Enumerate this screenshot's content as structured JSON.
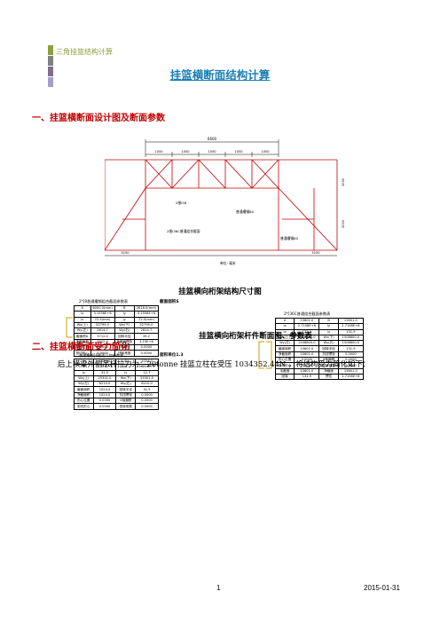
{
  "header": {
    "running_title": "三角挂篮结构计算",
    "bar_colors": [
      "#8aa13a",
      "#808080",
      "#7f6f8f",
      "#a0a0c8"
    ]
  },
  "title": "挂篮横断面结构计算",
  "sections": [
    {
      "label": "一、挂篮横断面设计图及断面参数"
    },
    {
      "label": "二、挂篮横断面受力简化"
    }
  ],
  "drawing": {
    "top_dim": "6600",
    "sub_dims": [
      "1050",
      "1050",
      "1050",
      "1050",
      "1050"
    ],
    "side_dims": [
      "1000",
      "2000"
    ],
    "bottom_dims": [
      "3150",
      "3150"
    ],
    "labels": [
      "2根I56",
      "2根I36C普通组合截面",
      "普通槽钢80",
      "普通槽钢80"
    ],
    "unit": "单位: 毫米",
    "line_color": "#c00000"
  },
  "captions": {
    "figure": "挂篮横向桁架结构尺寸图",
    "tables": "挂篮横向桁架杆件断面图、参数表"
  },
  "tables": [
    {
      "title": "2*[8普通槽钢组合截面参数表",
      "note": "截面面积S",
      "rows": [
        [
          "A",
          "6000.0(mm)",
          "B",
          "2616.0(mm)"
        ],
        [
          "Ix",
          "3.1556E+6",
          "Iy",
          "3.1556E+6"
        ],
        [
          "ix",
          "72.5(mm)",
          "iy",
          "72.5(mm)"
        ],
        [
          "Wx(上)",
          "52795.0",
          "Wx(下)",
          "52795.0"
        ],
        [
          "Wy(左)",
          "2614.7",
          "Wy(右)",
          "2614.7"
        ],
        [
          "截面积A",
          "3712.0",
          "回转半径",
          "35.2"
        ],
        [
          "净截面积",
          "3712.0",
          "净截面惯矩",
          "3.15E+6"
        ],
        [
          "形心位置",
          "0.0000",
          "X轴偏移",
          "0.0000"
        ],
        [
          "剪切形心",
          "0.0000",
          "扭转常数",
          "0.0000"
        ]
      ]
    },
    {
      "title": "普通槽钢[8截面几何参数表",
      "note": "面积单位1.3",
      "rows": [
        [
          "A",
          "1024.0",
          "B",
          "1024.0"
        ],
        [
          "Ix",
          "1.013E+6",
          "Iy",
          "1.664E+5"
        ],
        [
          "ix",
          "31.5",
          "iy",
          "12.7"
        ],
        [
          "Wx(上)",
          "25301.0",
          "Wx(下)",
          "25301.0"
        ],
        [
          "Wy(左)",
          "6210.0",
          "Wy(右)",
          "6210.0"
        ],
        [
          "截面面积",
          "1024.0",
          "回转半径",
          "31.5"
        ],
        [
          "净截面积",
          "1024.0",
          "抗扭惯矩",
          "0.0000"
        ],
        [
          "形心位置",
          "0.0000",
          "X轴偏移",
          "0.0000"
        ],
        [
          "剪切形心",
          "0.0000",
          "扭转常数",
          "0.0000"
        ]
      ]
    },
    {
      "title": "2*[36C普通组合截面参数表",
      "note": "",
      "rows": [
        [
          "A",
          "15601.0",
          "B",
          "15601.0"
        ],
        [
          "Ix",
          "2.7158E+8",
          "Iy",
          "2.7158E+8"
        ],
        [
          "ix",
          "131.9",
          "iy",
          "131.9"
        ],
        [
          "Wx(上)",
          "1508800.0",
          "Wx(下)",
          "1508800.0"
        ],
        [
          "Wy(左)",
          "1508800.0",
          "Wy(右)",
          "1508800.0"
        ],
        [
          "截面面积",
          "15601.0",
          "回转半径",
          "131.9"
        ],
        [
          "净截面积",
          "15601.0",
          "抗扭惯矩",
          "0.0000"
        ],
        [
          "形心位置",
          "0.0000",
          "X轴偏移",
          "0.0000"
        ],
        [
          "剪切形心",
          "0.0000",
          "扭转常数",
          "0.0000"
        ],
        [
          "毛截面",
          "15601.0",
          "净截面",
          "15601.0"
        ],
        [
          "回转",
          "131.9",
          "惯性",
          "2.7158E+8"
        ]
      ]
    }
  ],
  "paragraph": "后上横梁外侧吊杆拉力为：20tonne  挂篮立柱在受压 1034352.44N ，将结构受力简化如下：",
  "footer": {
    "page": "1",
    "date": "2015-01-31"
  }
}
